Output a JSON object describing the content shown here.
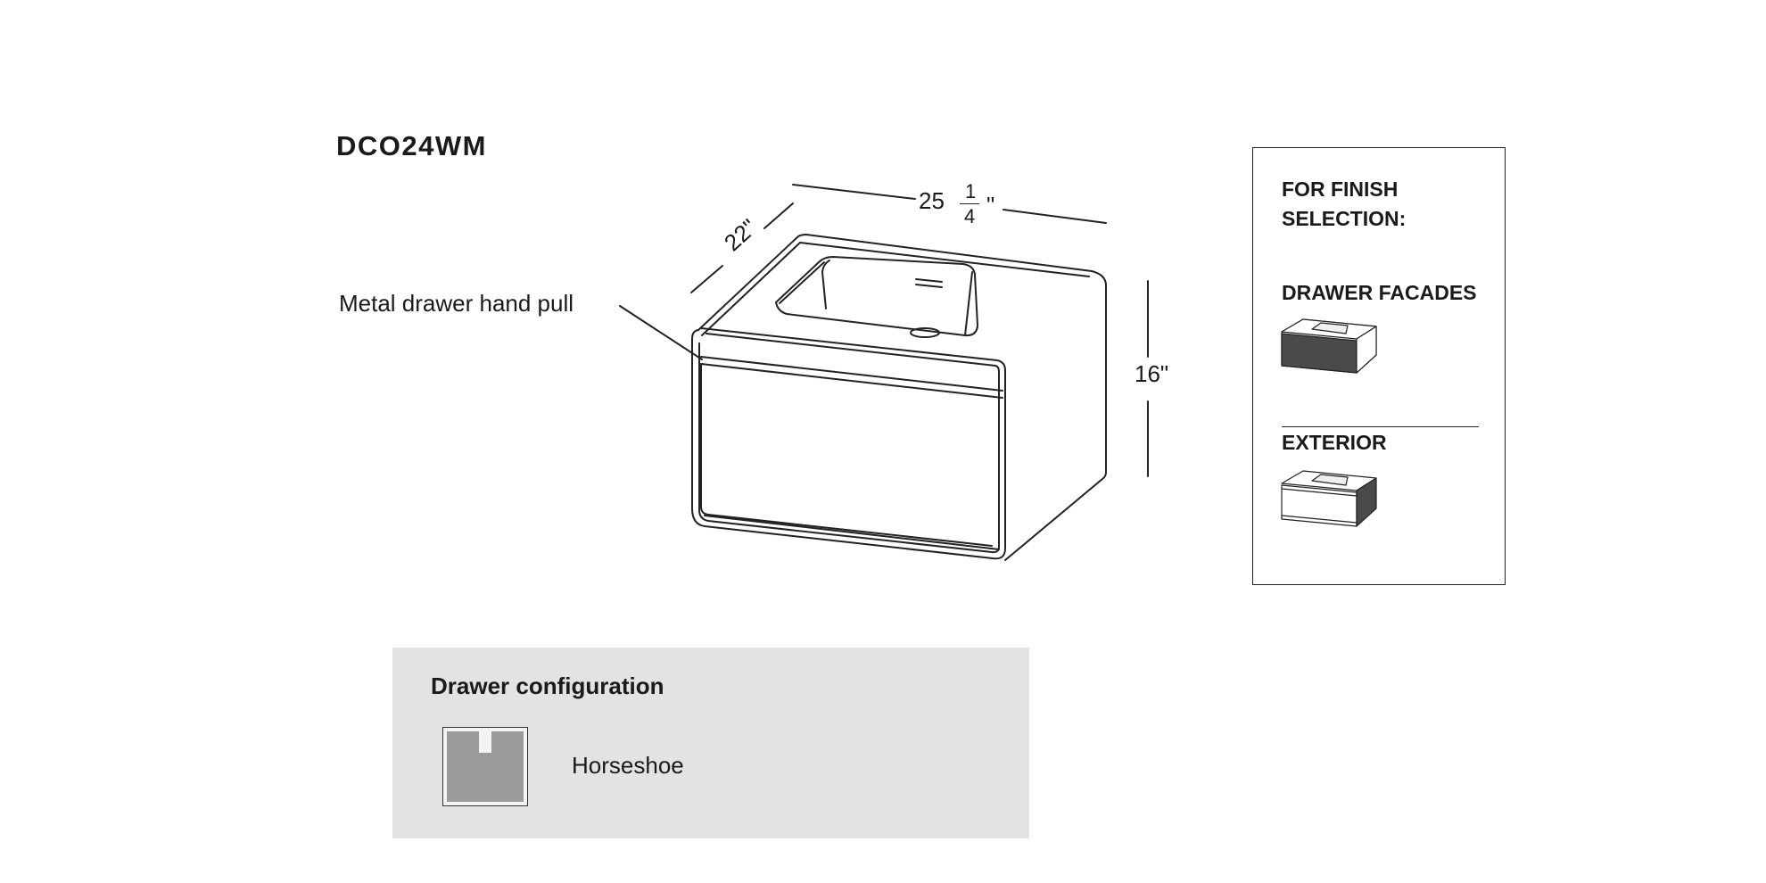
{
  "model": "DCO24WM",
  "callout": "Metal drawer hand pull",
  "dimensions": {
    "width_whole": "25",
    "width_num": "1",
    "width_den": "4",
    "width_unit": "\"",
    "depth": "22\"",
    "height": "16\""
  },
  "finish": {
    "heading": "FOR FINISH SELECTION:",
    "facades_label": "DRAWER FACADES",
    "exterior_label": "EXTERIOR"
  },
  "drawer_config": {
    "title": "Drawer configuration",
    "option": "Horseshoe"
  },
  "colors": {
    "line": "#222222",
    "panel": "#e3e3e3",
    "horseshoe_fill": "#9a9a9a",
    "dark_fill": "#4a4a4a"
  }
}
